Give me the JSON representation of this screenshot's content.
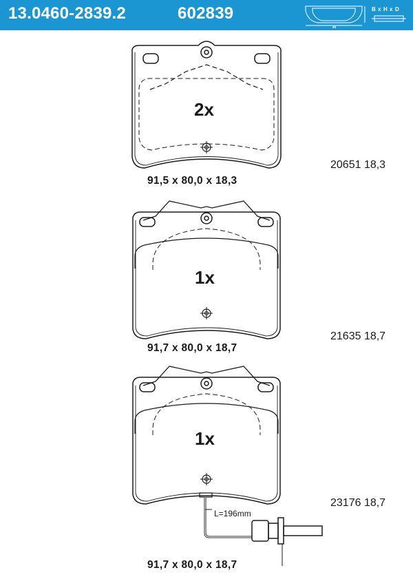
{
  "header": {
    "part_number": "13.0460-2839.2",
    "ref_number": "602839",
    "legend": {
      "b": "B",
      "x1": "x",
      "h": "H",
      "x2": "x",
      "d": "D"
    }
  },
  "pads": [
    {
      "quantity": "2x",
      "dimensions": "91,5 x 80,0 x 18,3",
      "code": "20651 18,3"
    },
    {
      "quantity": "1x",
      "dimensions": "91,7 x 80,0 x 18,7",
      "code": "21635 18,7"
    },
    {
      "quantity": "1x",
      "dimensions": "91,7 x 80,0 x 18,7",
      "code": "23176 18,7",
      "wire_label": "L=196mm"
    }
  ],
  "colors": {
    "header": "#1c95d3",
    "line": "#1a1a1a"
  }
}
